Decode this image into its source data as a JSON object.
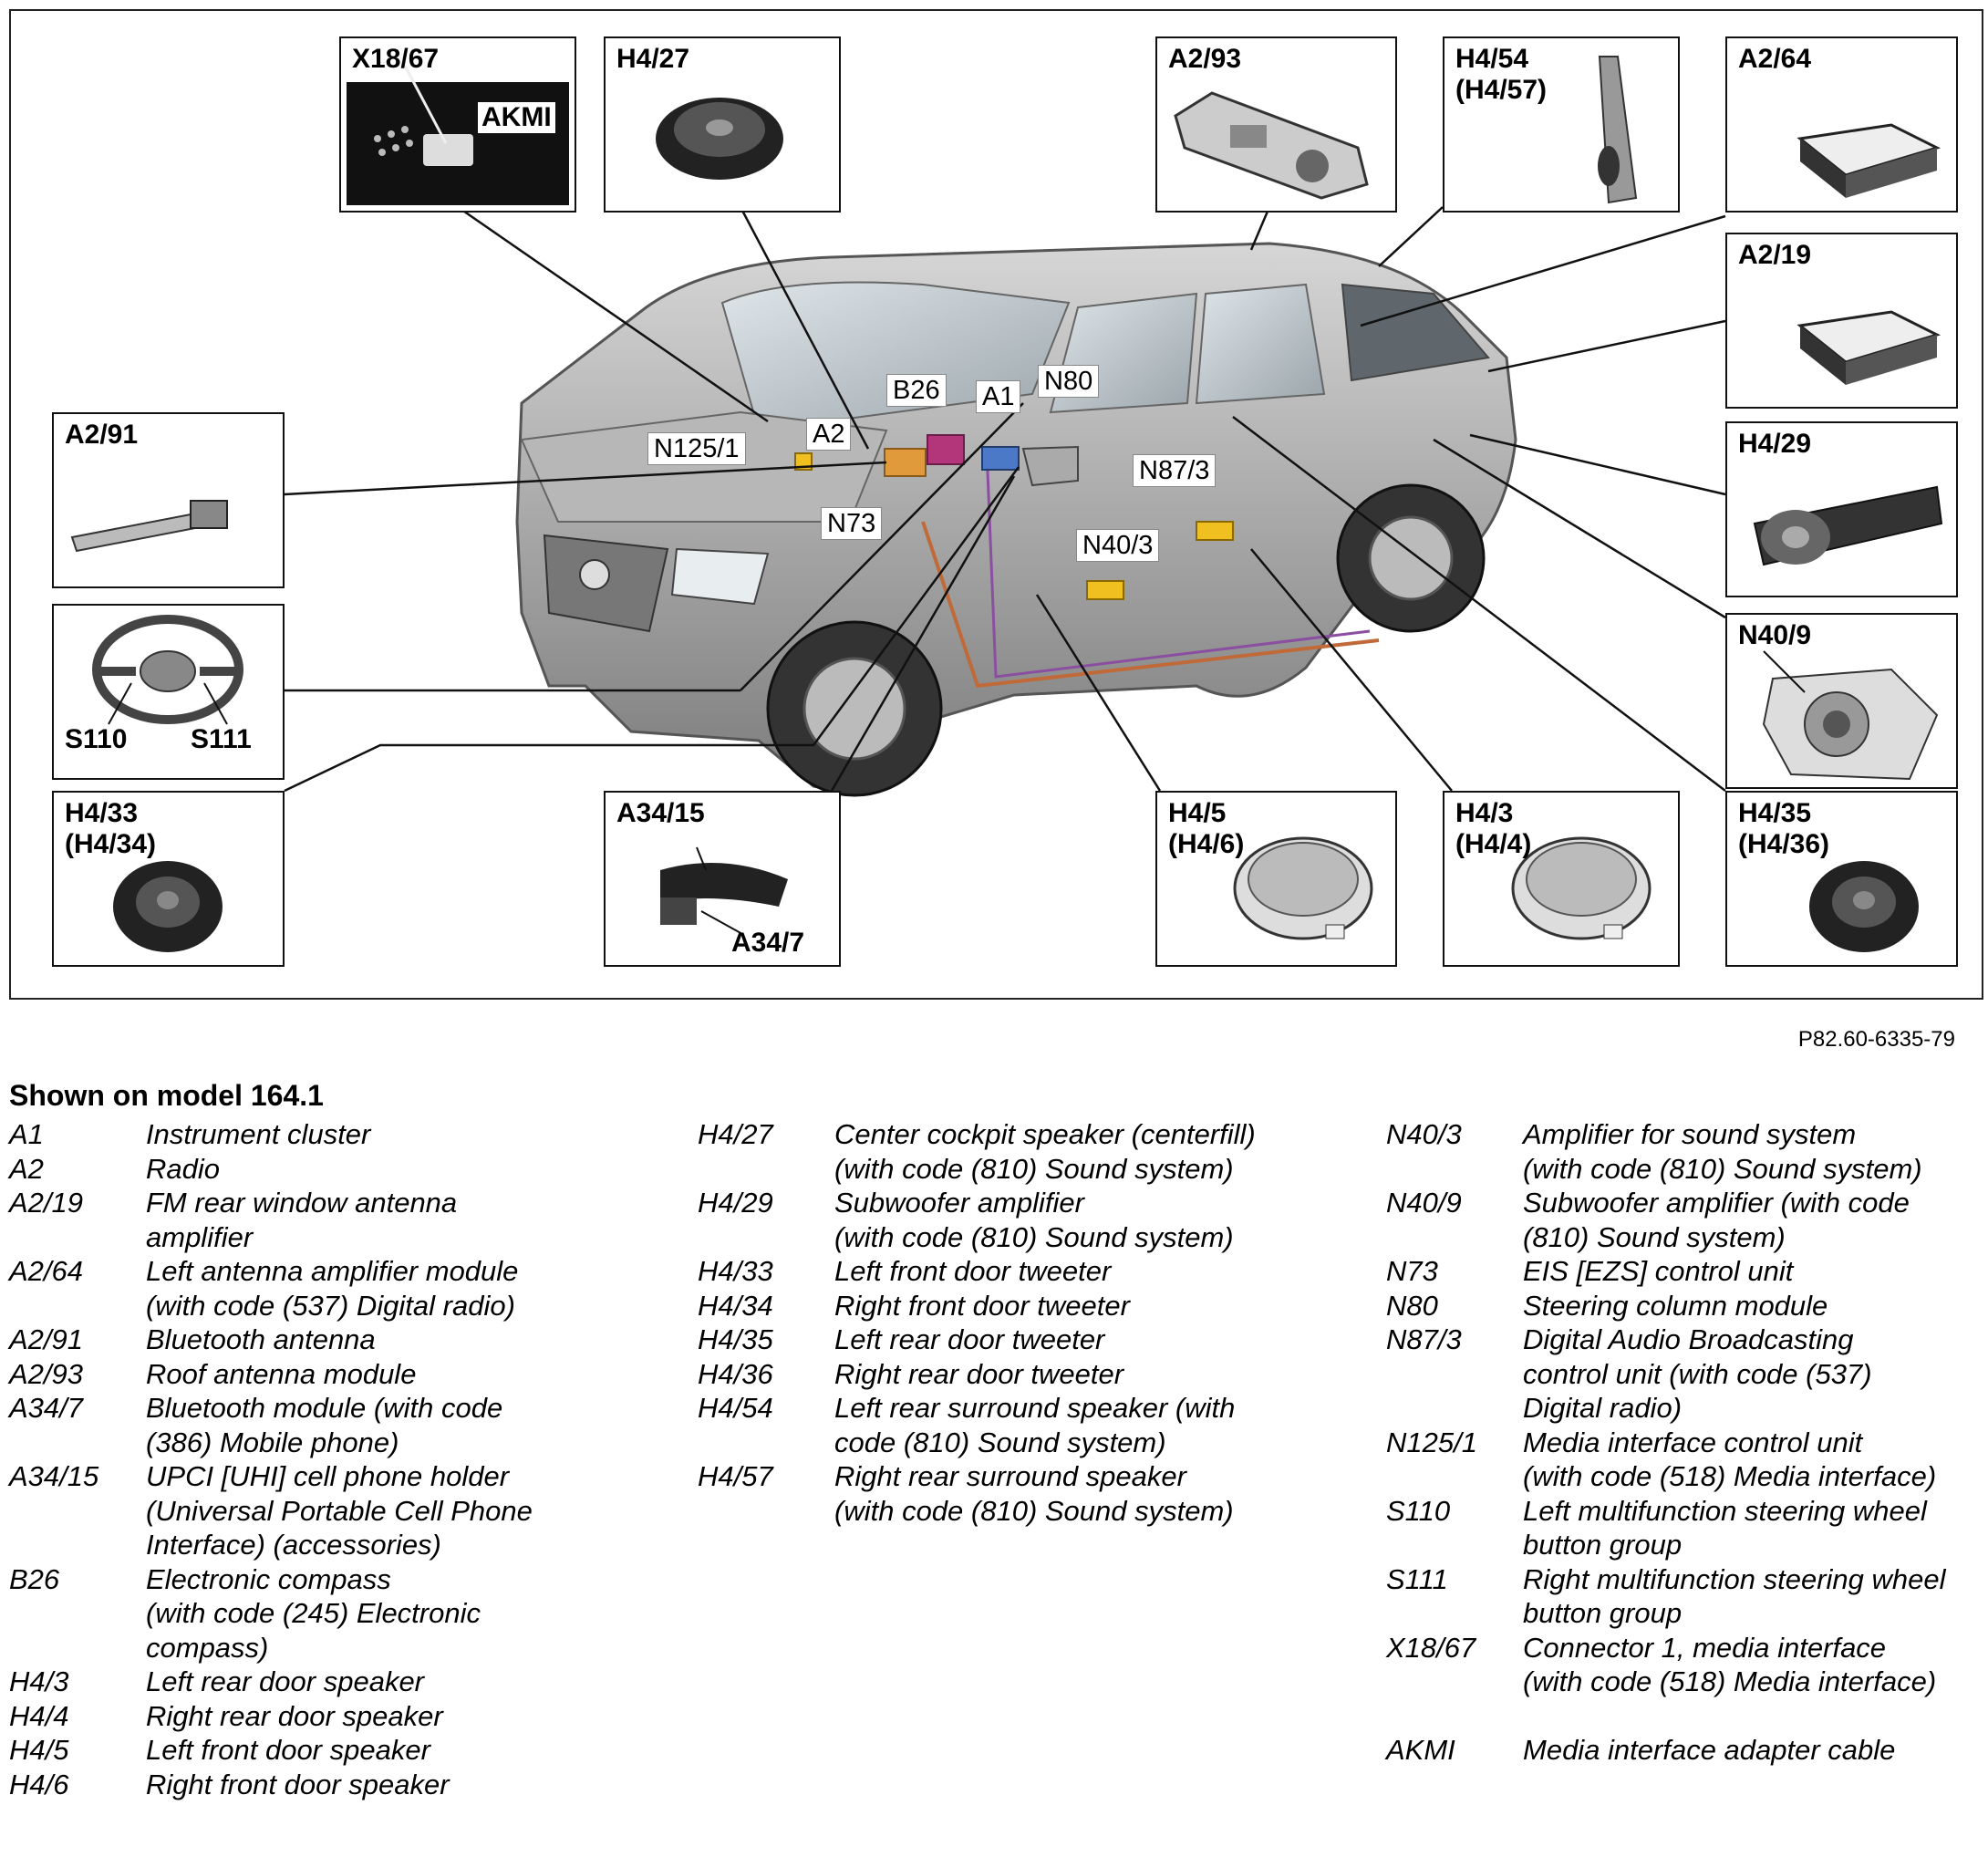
{
  "figure": {
    "thumbnails": [
      {
        "id": "x18-67",
        "label": "X18/67",
        "sublabel": "AKMI",
        "icon": "media-interface-connector-photo"
      },
      {
        "id": "h4-27",
        "label": "H4/27",
        "icon": "round-speaker-photo"
      },
      {
        "id": "a2-93",
        "label": "A2/93",
        "icon": "roof-antenna-module-photo"
      },
      {
        "id": "h4-54",
        "label": "H4/54\n(H4/57)",
        "icon": "pillar-speaker-photo"
      },
      {
        "id": "a2-64",
        "label": "A2/64",
        "icon": "antenna-amplifier-box-photo"
      },
      {
        "id": "a2-19",
        "label": "A2/19",
        "icon": "antenna-amplifier-box-photo"
      },
      {
        "id": "a2-91",
        "label": "A2/91",
        "icon": "bluetooth-antenna-photo"
      },
      {
        "id": "h4-29",
        "label": "H4/29",
        "icon": "subwoofer-amplifier-photo"
      },
      {
        "id": "steering",
        "label": "",
        "icon": "steering-wheel-photo",
        "sub_left": "S110",
        "sub_right": "S111"
      },
      {
        "id": "n40-9",
        "label": "N40/9",
        "icon": "subwoofer-amplifier-unit-photo"
      },
      {
        "id": "h4-33",
        "label": "H4/33\n(H4/34)",
        "icon": "tweeter-photo"
      },
      {
        "id": "a34-15",
        "label": "A34/15",
        "icon": "cell-phone-holder-photo",
        "sublabel": "A34/7"
      },
      {
        "id": "h4-5",
        "label": "H4/5\n(H4/6)",
        "icon": "door-speaker-photo"
      },
      {
        "id": "h4-3",
        "label": "H4/3\n(H4/4)",
        "icon": "door-speaker-photo"
      },
      {
        "id": "h4-35",
        "label": "H4/35\n(H4/36)",
        "icon": "tweeter-photo"
      }
    ],
    "callouts": [
      {
        "id": "b26",
        "label": "B26"
      },
      {
        "id": "a1",
        "label": "A1"
      },
      {
        "id": "n80",
        "label": "N80"
      },
      {
        "id": "n125-1",
        "label": "N125/1"
      },
      {
        "id": "a2",
        "label": "A2"
      },
      {
        "id": "n87-3",
        "label": "N87/3"
      },
      {
        "id": "n73",
        "label": "N73"
      },
      {
        "id": "n40-3",
        "label": "N40/3"
      }
    ],
    "car_icon": "mercedes-suv-cutaway-illustration"
  },
  "reference": "P82.60-6335-79",
  "legend": {
    "title": "Shown on model 164.1",
    "columns": [
      [
        {
          "code": "A1",
          "desc": "Instrument cluster"
        },
        {
          "code": "A2",
          "desc": "Radio"
        },
        {
          "code": "A2/19",
          "desc": "FM rear window antenna\namplifier"
        },
        {
          "code": "A2/64",
          "desc": "Left antenna amplifier module\n(with code (537) Digital radio)"
        },
        {
          "code": "A2/91",
          "desc": "Bluetooth antenna"
        },
        {
          "code": "A2/93",
          "desc": "Roof antenna module"
        },
        {
          "code": "A34/7",
          "desc": "Bluetooth module (with code\n(386) Mobile phone)"
        },
        {
          "code": "A34/15",
          "desc": "UPCI [UHI] cell phone holder\n(Universal Portable Cell Phone\nInterface) (accessories)"
        },
        {
          "code": "B26",
          "desc": "Electronic compass\n(with code (245) Electronic\ncompass)"
        },
        {
          "code": "H4/3",
          "desc": "Left rear door speaker"
        },
        {
          "code": "H4/4",
          "desc": "Right rear door speaker"
        },
        {
          "code": "H4/5",
          "desc": "Left front door speaker"
        },
        {
          "code": "H4/6",
          "desc": "Right front door speaker"
        }
      ],
      [
        {
          "code": "H4/27",
          "desc": "Center cockpit speaker (centerfill)\n(with code (810) Sound system)"
        },
        {
          "code": "H4/29",
          "desc": "Subwoofer amplifier\n(with code (810) Sound system)"
        },
        {
          "code": "H4/33",
          "desc": "Left front door tweeter"
        },
        {
          "code": "H4/34",
          "desc": "Right front door tweeter"
        },
        {
          "code": "H4/35",
          "desc": "Left rear door tweeter"
        },
        {
          "code": "H4/36",
          "desc": "Right rear door tweeter"
        },
        {
          "code": "H4/54",
          "desc": "Left rear surround speaker (with\ncode (810) Sound system)"
        },
        {
          "code": "H4/57",
          "desc": "Right rear surround speaker\n(with code (810) Sound system)"
        }
      ],
      [
        {
          "code": "N40/3",
          "desc": "Amplifier for sound system\n(with code (810) Sound system)"
        },
        {
          "code": "N40/9",
          "desc": "Subwoofer amplifier (with code\n(810) Sound system)"
        },
        {
          "code": "N73",
          "desc": "EIS [EZS] control unit"
        },
        {
          "code": "N80",
          "desc": "Steering column module"
        },
        {
          "code": "N87/3",
          "desc": "Digital Audio Broadcasting\ncontrol unit (with code (537)\nDigital radio)"
        },
        {
          "code": "N125/1",
          "desc": "Media interface control unit\n(with code (518) Media interface)"
        },
        {
          "code": "S110",
          "desc": "Left multifunction steering wheel\nbutton group"
        },
        {
          "code": "S111",
          "desc": "Right multifunction steering wheel\nbutton group"
        },
        {
          "code": "X18/67",
          "desc": "Connector 1, media interface\n(with code (518) Media interface)"
        },
        {
          "spacer": true
        },
        {
          "code": "AKMI",
          "desc": "Media interface adapter cable"
        }
      ]
    ]
  }
}
